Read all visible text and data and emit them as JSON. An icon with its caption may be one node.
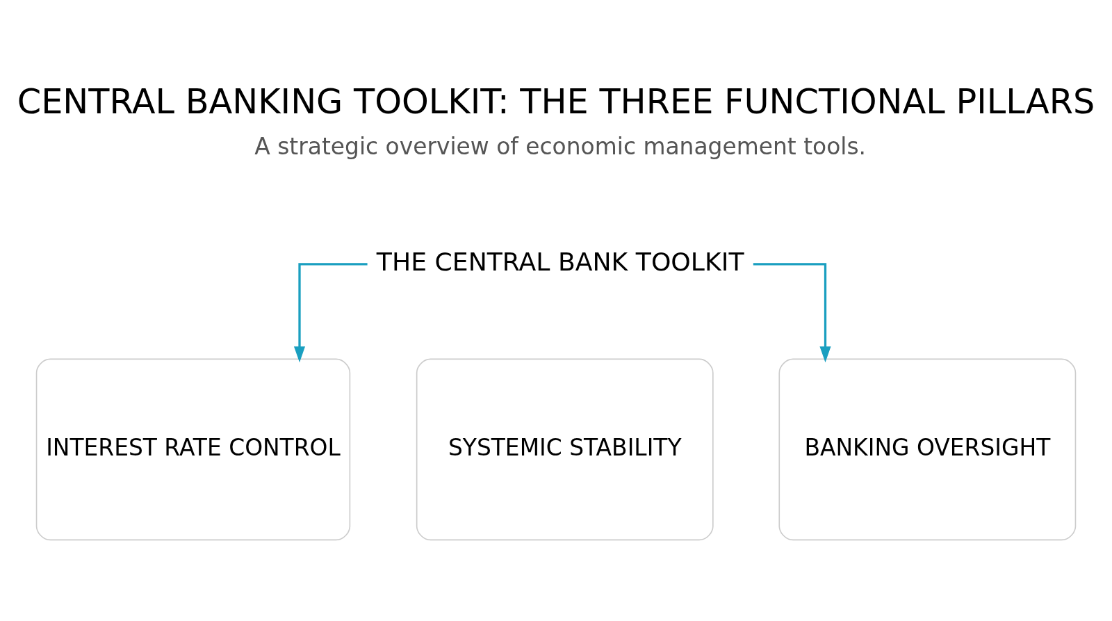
{
  "diagram": {
    "title": "CENTRAL BANKING TOOLKIT: THE THREE FUNCTIONAL PILLARS",
    "nodes": [
      {
        "text": [
          "THE CENTRAL BANK TOOLKIT"
        ]
      },
      {
        "text": [
          "INTEREST RATE CONTROL"
        ]
      },
      {
        "text": [
          "SYSTEMIC STABILITY"
        ]
      },
      {
        "text": [
          "BANKING OVERSIGHT"
        ]
      }
    ],
    "edges": [
      {
        "from": 0,
        "to": 1,
        "arrow": "to"
      },
      {
        "from": 0,
        "to": 3,
        "arrow": "to"
      }
    ],
    "labels": [
      "A strategic overview of economic management tools."
    ]
  }
}
